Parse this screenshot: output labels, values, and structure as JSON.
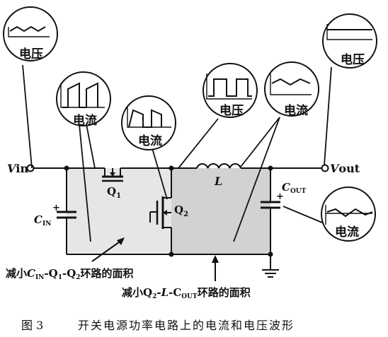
{
  "colors": {
    "ink": "#111111",
    "shade_light": "#e6e6e6",
    "shade_dark": "#d2d2d2",
    "paper": "#ffffff"
  },
  "terminals": {
    "vin_italic": "V",
    "vin_rest": "in",
    "vout_italic": "V",
    "vout_rest": "out"
  },
  "components": {
    "q1_main": "Q",
    "q1_sub": "1",
    "q2_main": "Q",
    "q2_sub": "2",
    "inductor": "L",
    "cin_main": "C",
    "cin_sub": "IN",
    "cout_main": "C",
    "cout_sub": "OUT",
    "plus": "+"
  },
  "bubbles": {
    "vin_voltage": "电压",
    "q1_current": "电流",
    "q2_current": "电流",
    "sw_voltage": "电压",
    "l_current": "电流",
    "vout_voltage": "电压",
    "cout_current": "电流"
  },
  "annotations": {
    "loop1_a": "减小",
    "loop1_c": "C",
    "loop1_in": "IN",
    "loop1_q": "-Q",
    "loop1_1": "1",
    "loop1_q2": "-Q",
    "loop1_2": "2",
    "loop1_tail": "环路的面积",
    "loop2_a": "减小Q",
    "loop2_2": "2",
    "loop2_dash1": "-",
    "loop2_l": "L",
    "loop2_dash2": "-C",
    "loop2_out": "OUT",
    "loop2_tail": "环路的面积"
  },
  "caption": {
    "fig": "图 3",
    "title": "开关电源功率电路上的电流和电压波形"
  }
}
